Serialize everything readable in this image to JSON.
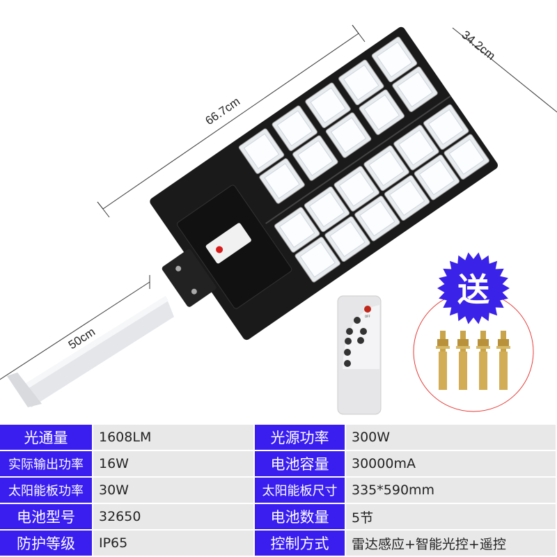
{
  "dimensions": {
    "length": "66.7cm",
    "width": "34.2cm",
    "arm": "50cm"
  },
  "gift_badge": {
    "text": "送",
    "color": "#3a22e8"
  },
  "remote": {
    "off_label": "OFF"
  },
  "colors": {
    "label_bg": "#3a1ef0",
    "value_bg": "#e8e8e8",
    "lamp_body": "#1a1a1a"
  },
  "specs": [
    {
      "label": "光通量",
      "value": "1608LM",
      "label2": "光源功率",
      "value2": "300W"
    },
    {
      "label": "实际输出功率",
      "value": "16W",
      "label2": "电池容量",
      "value2": "30000mA"
    },
    {
      "label": "太阳能板功率",
      "value": "30W",
      "label2": "太阳能板尺寸",
      "value2": "335*590mm"
    },
    {
      "label": "电池型号",
      "value": "32650",
      "label2": "电池数量",
      "value2": "5节"
    },
    {
      "label": "防护等级",
      "value": "IP65",
      "label2": "控制方式",
      "value2": "雷达感应+智能光控+遥控"
    }
  ]
}
